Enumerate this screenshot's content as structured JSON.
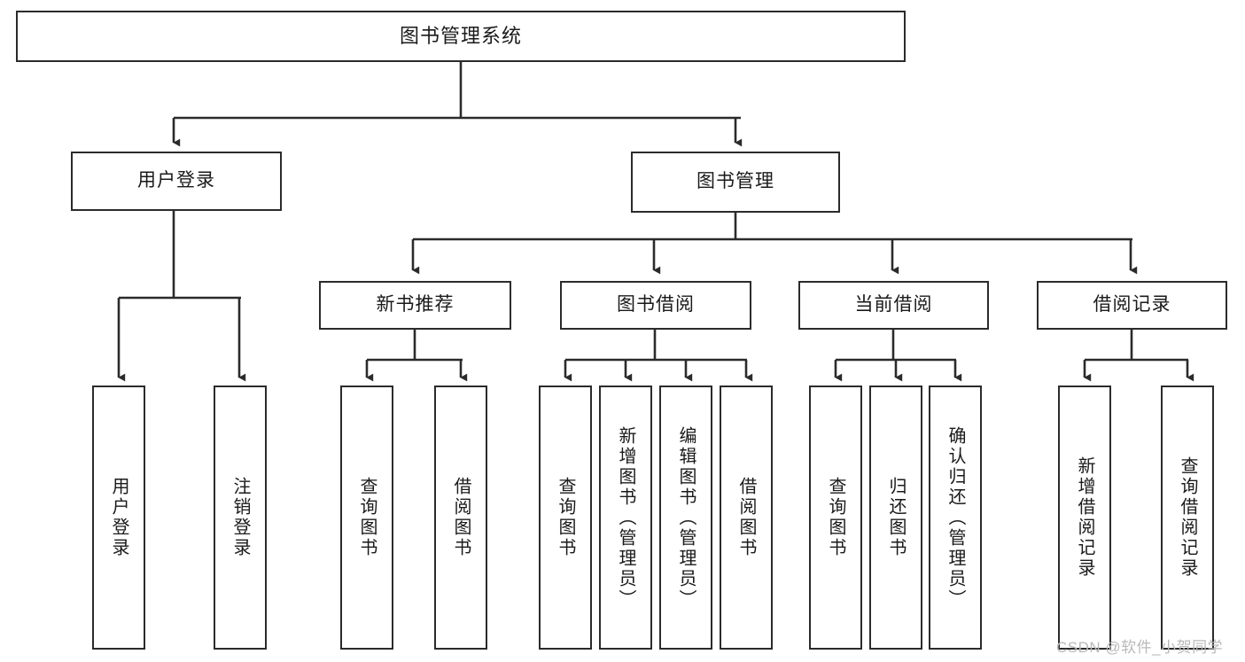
{
  "diagram": {
    "title": "图书管理系统",
    "type": "tree-hierarchy",
    "colors": {
      "box_border": "#2b2b2b",
      "box_fill": "#ffffff",
      "connector": "#2b2b2b",
      "text": "#1a1a1a",
      "watermark": "#b9b9b9"
    },
    "root": {
      "label": "图书管理系统"
    },
    "level2": [
      {
        "label": "用户登录"
      },
      {
        "label": "图书管理"
      }
    ],
    "level3": [
      {
        "label": "新书推荐"
      },
      {
        "label": "图书借阅"
      },
      {
        "label": "当前借阅"
      },
      {
        "label": "借阅记录"
      }
    ],
    "leaves": {
      "user_login": [
        {
          "label": "用户登录"
        },
        {
          "label": "注销登录"
        }
      ],
      "new_book_recommend": [
        {
          "label": "查询图书"
        },
        {
          "label": "借阅图书"
        }
      ],
      "book_borrow": [
        {
          "label": "查询图书"
        },
        {
          "label": "新增图书（管理员）"
        },
        {
          "label": "编辑图书（管理员）"
        },
        {
          "label": "借阅图书"
        }
      ],
      "current_borrow": [
        {
          "label": "查询图书"
        },
        {
          "label": "归还图书"
        },
        {
          "label": "确认归还（管理员）"
        }
      ],
      "borrow_records": [
        {
          "label": "新增借阅记录"
        },
        {
          "label": "查询借阅记录"
        }
      ]
    },
    "watermark": "CSDN @软件_小贺同学"
  }
}
